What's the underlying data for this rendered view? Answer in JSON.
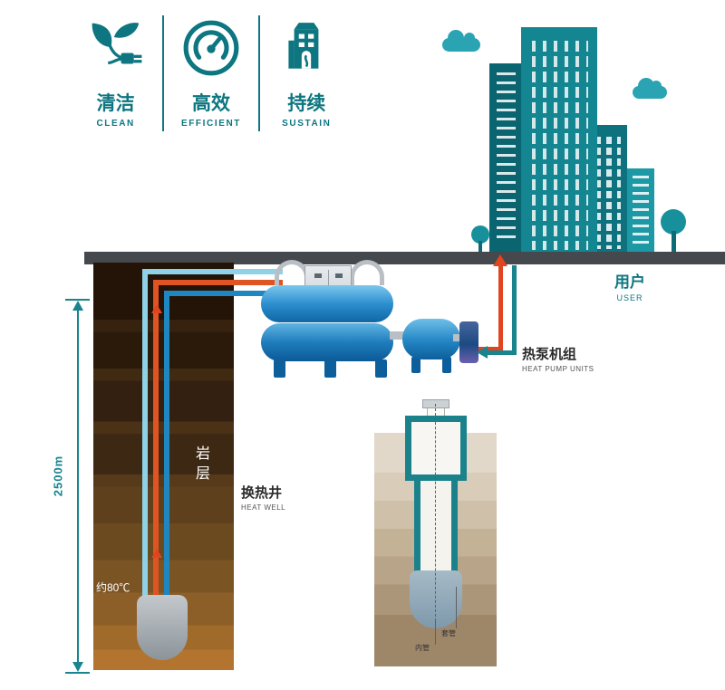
{
  "badges": [
    {
      "zh": "清洁",
      "en": "CLEAN"
    },
    {
      "zh": "高效",
      "en": "EFFICIENT"
    },
    {
      "zh": "持续",
      "en": "SUSTAIN"
    }
  ],
  "scene": {
    "user_zh": "用户",
    "user_en": "USER",
    "heat_pump_zh": "热泵机组",
    "heat_pump_en": "HEAT PUMP UNITS",
    "heat_well_zh": "换热井",
    "heat_well_en": "HEAT WELL",
    "rock_layer_zh": "岩层",
    "temperature": "约80℃",
    "depth": "2500m"
  },
  "inset": {
    "outer_pipe_zh": "套管",
    "inner_pipe_zh": "内管"
  },
  "colors": {
    "teal": "#0d7680",
    "building_teal": "#148691",
    "hot_orange": "#e0451f",
    "pipe_blue": "#1f86c0",
    "pipe_lightblue": "#8fd2e8",
    "soil_dark": "#241408",
    "soil_light": "#b2742e",
    "ground_gray": "#45494d"
  }
}
